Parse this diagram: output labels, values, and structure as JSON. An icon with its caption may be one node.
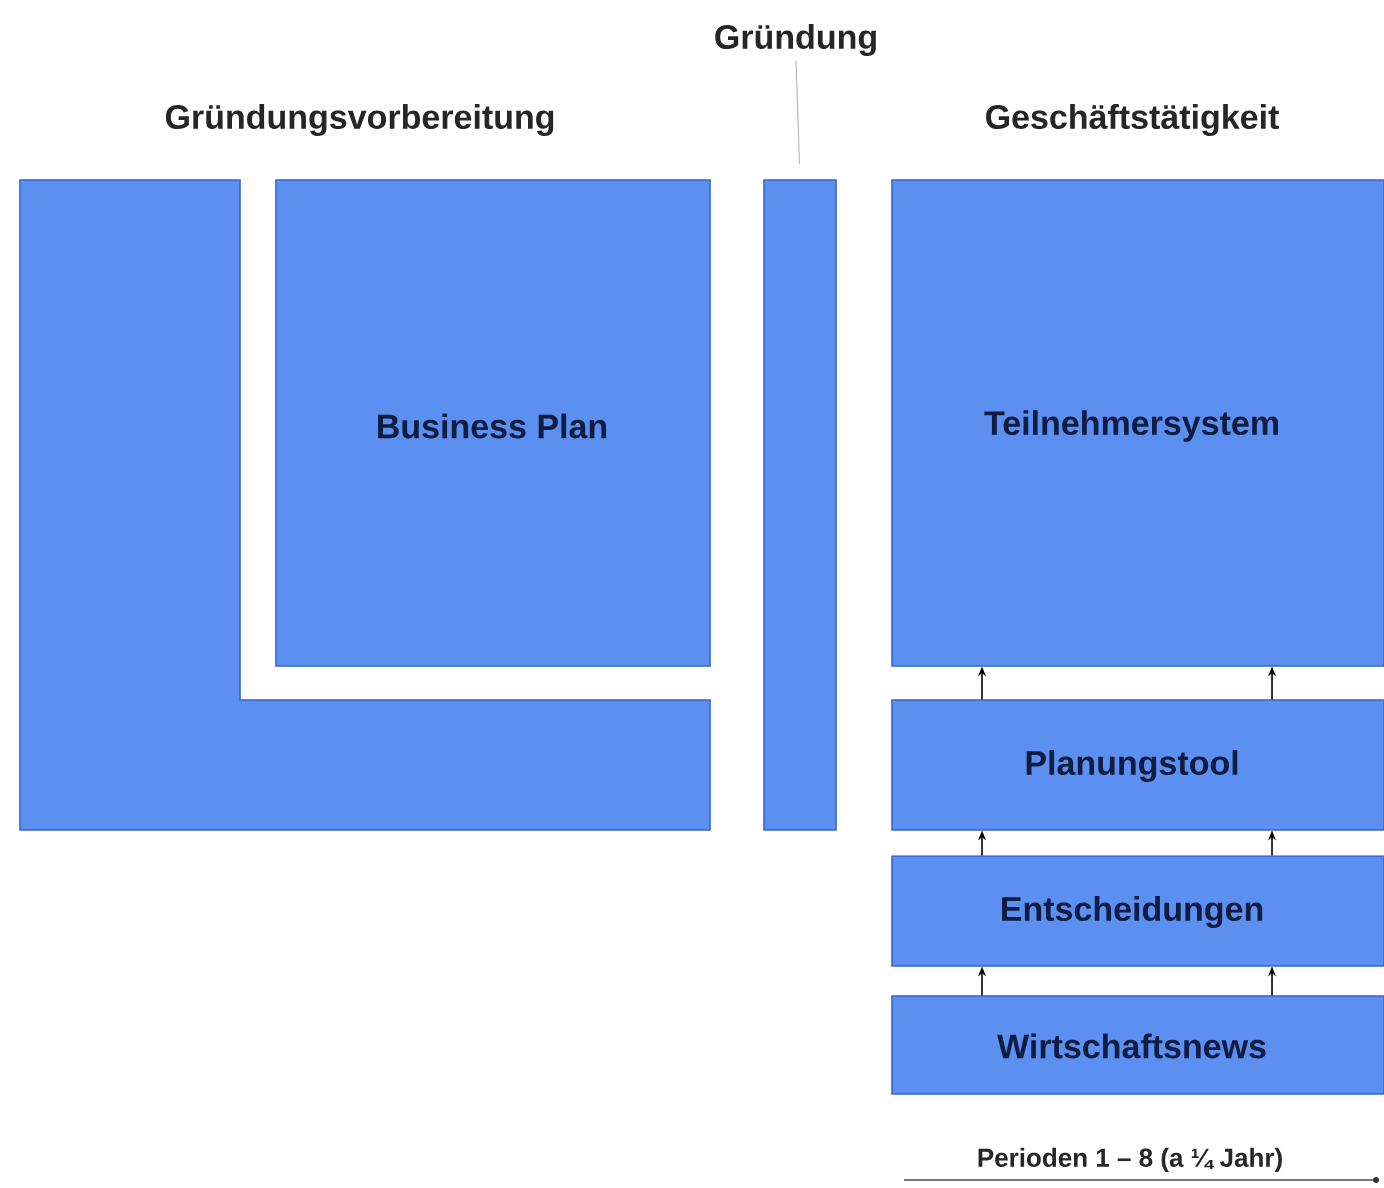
{
  "diagram": {
    "nodes": [
      {
        "text": [
          "Gründung"
        ]
      },
      {
        "text": [],
        "shape": "box"
      },
      {
        "text": [
          "Business Plan"
        ]
      },
      {
        "text": [],
        "shape": "bar"
      },
      {
        "text": [
          "Teilnehmersystem"
        ]
      },
      {
        "text": [
          "Planungstool"
        ]
      },
      {
        "text": [
          "Entscheidungen"
        ]
      },
      {
        "text": [
          "Wirtschaftsnews"
        ]
      }
    ],
    "edges": [
      {
        "from": 0,
        "to": 3,
        "arrow": "none",
        "color": "#999999"
      },
      {
        "from": 7,
        "to": 6,
        "arrow": "to"
      },
      {
        "from": 7,
        "to": 6,
        "arrow": "to"
      },
      {
        "from": 6,
        "to": 5,
        "arrow": "to"
      },
      {
        "from": 6,
        "to": 5,
        "arrow": "to"
      },
      {
        "from": 5,
        "to": 4,
        "arrow": "to"
      },
      {
        "from": 5,
        "to": 4,
        "arrow": "to"
      }
    ],
    "labels": [
      "Gründungsvorbereitung",
      "Geschäftstätigkeit",
      "Perioden 1 – 8 (a ¼ Jahr)"
    ]
  }
}
